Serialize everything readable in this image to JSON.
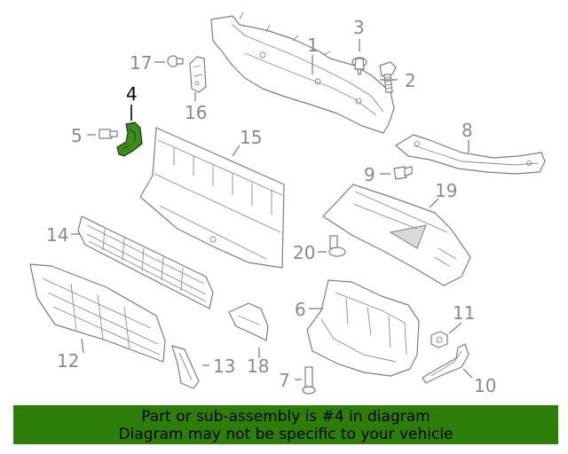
{
  "callouts": [
    {
      "id": "1",
      "text": "1"
    },
    {
      "id": "2",
      "text": "2"
    },
    {
      "id": "3",
      "text": "3"
    },
    {
      "id": "4",
      "text": "4",
      "highlighted": true
    },
    {
      "id": "5",
      "text": "5"
    },
    {
      "id": "6",
      "text": "6"
    },
    {
      "id": "7",
      "text": "7"
    },
    {
      "id": "8",
      "text": "8"
    },
    {
      "id": "9",
      "text": "9"
    },
    {
      "id": "10",
      "text": "10"
    },
    {
      "id": "11",
      "text": "11"
    },
    {
      "id": "12",
      "text": "12"
    },
    {
      "id": "13",
      "text": "13"
    },
    {
      "id": "14",
      "text": "14"
    },
    {
      "id": "15",
      "text": "15"
    },
    {
      "id": "16",
      "text": "16"
    },
    {
      "id": "17",
      "text": "17"
    },
    {
      "id": "18",
      "text": "18"
    },
    {
      "id": "19",
      "text": "19"
    },
    {
      "id": "20",
      "text": "20"
    }
  ],
  "banner": {
    "line1": "Part or sub-assembly is #4 in diagram",
    "line2": "Diagram may not be specific to your vehicle"
  },
  "colors": {
    "highlight_part": "#3d8a1e",
    "banner_bg": "#2c7d0a",
    "line_art": "#7d7d7d"
  }
}
